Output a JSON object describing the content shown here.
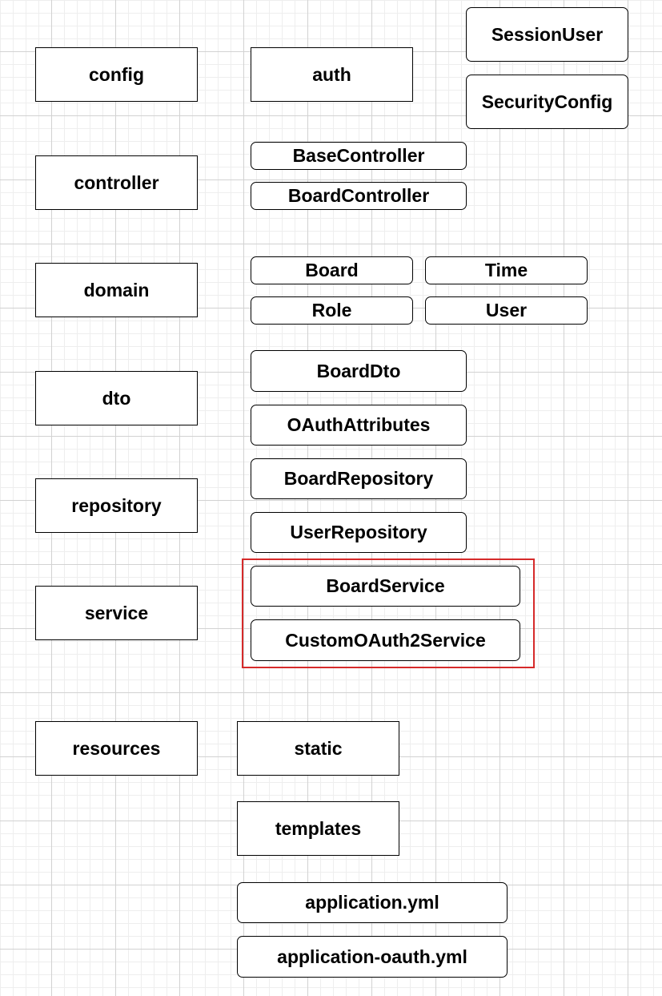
{
  "packages": {
    "config": "config",
    "controller": "controller",
    "domain": "domain",
    "dto": "dto",
    "repository": "repository",
    "service": "service",
    "resources": "resources"
  },
  "config_children": {
    "auth": "auth",
    "session_user": "SessionUser",
    "security_config": "SecurityConfig"
  },
  "controller_children": {
    "base_controller": "BaseController",
    "board_controller": "BoardController"
  },
  "domain_children": {
    "board": "Board",
    "time": "Time",
    "role": "Role",
    "user": "User"
  },
  "dto_children": {
    "board_dto": "BoardDto",
    "oauth_attributes": "OAuthAttributes"
  },
  "repository_children": {
    "board_repository": "BoardRepository",
    "user_repository": "UserRepository"
  },
  "service_children": {
    "board_service": "BoardService",
    "custom_oauth2_service": "CustomOAuth2Service"
  },
  "resources_children": {
    "static": "static",
    "templates": "templates",
    "application_yml": "application.yml",
    "application_oauth_yml": "application-oauth.yml"
  },
  "colors": {
    "highlight": "#d62a2a",
    "grid": "#d2d2d2",
    "border": "#000000"
  }
}
